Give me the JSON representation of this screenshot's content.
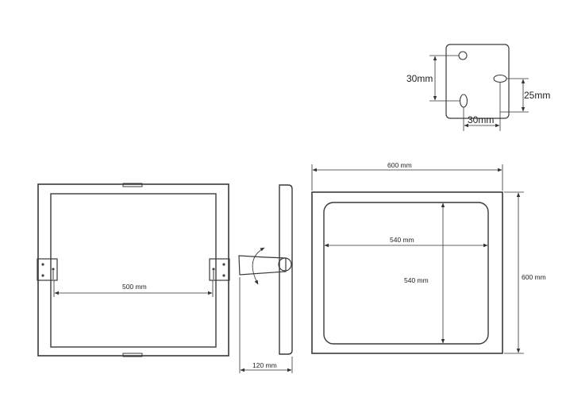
{
  "detail_plate": {
    "vertical_spacing": "30mm",
    "slot_offset": "25mm",
    "horizontal_spacing": "30mm"
  },
  "front_view": {
    "bracket_spacing": "500 mm"
  },
  "side_view": {
    "projection": "120 mm"
  },
  "mirror_view": {
    "overall_width": "600 mm",
    "overall_height": "600 mm",
    "glass_width": "540 mm",
    "glass_height": "540 mm"
  }
}
